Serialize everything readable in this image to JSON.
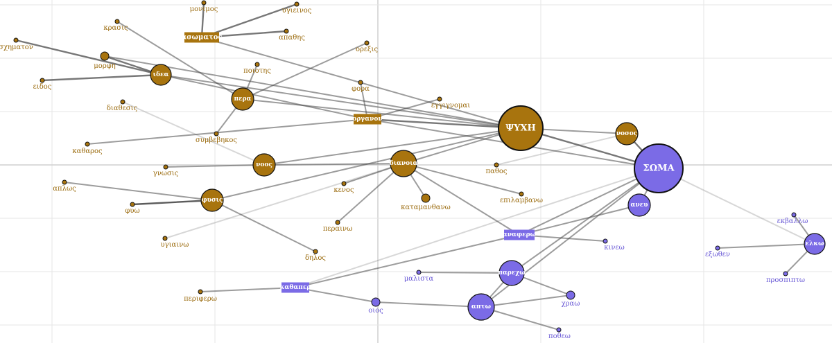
{
  "colors": {
    "body": "#a8740e",
    "soul": "#7b6be6",
    "body_text": "#9a6a0c",
    "soul_text": "#6a5ad6"
  },
  "nodes": [
    {
      "id": "psyche",
      "label": "ΨΥΧΗ",
      "group": "body",
      "kind": "hub"
    },
    {
      "id": "soma",
      "label": "ΣΩΜΑ",
      "group": "soul",
      "kind": "hub"
    },
    {
      "id": "asomatos",
      "label": "ασωματος",
      "group": "body",
      "kind": "rect"
    },
    {
      "id": "idea",
      "label": "ιδεα",
      "group": "body",
      "kind": "mid"
    },
    {
      "id": "pera",
      "label": "περα",
      "group": "body",
      "kind": "mid"
    },
    {
      "id": "organon",
      "label": "οργανον",
      "group": "body",
      "kind": "rect"
    },
    {
      "id": "nosos",
      "label": "νοσος",
      "group": "body",
      "kind": "mid"
    },
    {
      "id": "dianoia",
      "label": "διανοια",
      "group": "body",
      "kind": "mid"
    },
    {
      "id": "noos",
      "label": "νοος",
      "group": "body",
      "kind": "mid"
    },
    {
      "id": "phusis",
      "label": "φυσις",
      "group": "body",
      "kind": "mid"
    },
    {
      "id": "aneu",
      "label": "ανευ",
      "group": "soul",
      "kind": "mid"
    },
    {
      "id": "anapherw",
      "label": "αναφερω",
      "group": "soul",
      "kind": "rect"
    },
    {
      "id": "parexw",
      "label": "παρεχω",
      "group": "soul",
      "kind": "mid"
    },
    {
      "id": "apto",
      "label": "απτω",
      "group": "soul",
      "kind": "mid"
    },
    {
      "id": "kathaper",
      "label": "καθαπερ",
      "group": "soul",
      "kind": "rect"
    },
    {
      "id": "elkw",
      "label": "ελκω",
      "group": "soul",
      "kind": "mid"
    },
    {
      "id": "morphe",
      "label": "μορφη",
      "group": "body",
      "kind": "leaf-big"
    },
    {
      "id": "katamanthanw",
      "label": "καταμανθανω",
      "group": "body",
      "kind": "leaf-big"
    },
    {
      "id": "oios",
      "label": "οιος",
      "group": "soul",
      "kind": "leaf-big"
    },
    {
      "id": "xraw",
      "label": "χραω",
      "group": "soul",
      "kind": "leaf-big"
    },
    {
      "id": "mnemos",
      "label": "μονιμος",
      "group": "body",
      "kind": "leaf"
    },
    {
      "id": "ygieinos",
      "label": "υγιεινος",
      "group": "body",
      "kind": "leaf"
    },
    {
      "id": "apathes",
      "label": "απαθης",
      "group": "body",
      "kind": "leaf"
    },
    {
      "id": "krasis",
      "label": "κρασις",
      "group": "body",
      "kind": "leaf"
    },
    {
      "id": "sxhmaton",
      "label": "σχηματον",
      "group": "body",
      "kind": "leaf"
    },
    {
      "id": "eidos",
      "label": "ειδος",
      "group": "body",
      "kind": "leaf"
    },
    {
      "id": "poiotes",
      "label": "ποιοτης",
      "group": "body",
      "kind": "leaf"
    },
    {
      "id": "orexis",
      "label": "ορεξις",
      "group": "body",
      "kind": "leaf"
    },
    {
      "id": "phora",
      "label": "φορα",
      "group": "body",
      "kind": "leaf"
    },
    {
      "id": "eggignomai",
      "label": "εγγιγνομαι",
      "group": "body",
      "kind": "leaf"
    },
    {
      "id": "diathesis",
      "label": "διαθεσις",
      "group": "body",
      "kind": "leaf"
    },
    {
      "id": "kataros",
      "label": "καθαρος",
      "group": "body",
      "kind": "leaf"
    },
    {
      "id": "symbebekos",
      "label": "συμβεβηκος",
      "group": "body",
      "kind": "leaf"
    },
    {
      "id": "gnosis",
      "label": "γνωσις",
      "group": "body",
      "kind": "leaf"
    },
    {
      "id": "pathos",
      "label": "παθος",
      "group": "body",
      "kind": "leaf"
    },
    {
      "id": "kenos",
      "label": "κενος",
      "group": "body",
      "kind": "leaf"
    },
    {
      "id": "epilambanw",
      "label": "επιλαμβανω",
      "group": "body",
      "kind": "leaf"
    },
    {
      "id": "perainw",
      "label": "περαινω",
      "group": "body",
      "kind": "leaf"
    },
    {
      "id": "haplws",
      "label": "απλως",
      "group": "body",
      "kind": "leaf"
    },
    {
      "id": "phyw",
      "label": "φυω",
      "group": "body",
      "kind": "leaf"
    },
    {
      "id": "ygiainw",
      "label": "υγιαινω",
      "group": "body",
      "kind": "leaf"
    },
    {
      "id": "delos",
      "label": "δηλος",
      "group": "body",
      "kind": "leaf"
    },
    {
      "id": "peripherw",
      "label": "περιφερω",
      "group": "body",
      "kind": "leaf"
    },
    {
      "id": "kinew",
      "label": "κινεω",
      "group": "soul",
      "kind": "leaf"
    },
    {
      "id": "malista",
      "label": "μαλιστα",
      "group": "soul",
      "kind": "leaf"
    },
    {
      "id": "pothew",
      "label": "ποθεω",
      "group": "soul",
      "kind": "leaf"
    },
    {
      "id": "ekballw",
      "label": "εκβαλλω",
      "group": "soul",
      "kind": "leaf"
    },
    {
      "id": "exothen",
      "label": "εξωθεν",
      "group": "soul",
      "kind": "leaf"
    },
    {
      "id": "prospiptw",
      "label": "προσπιπτω",
      "group": "soul",
      "kind": "leaf"
    }
  ],
  "edges": [
    {
      "s": "asomatos",
      "t": "mnemos",
      "w": 3
    },
    {
      "s": "asomatos",
      "t": "ygieinos",
      "w": 3
    },
    {
      "s": "asomatos",
      "t": "apathes",
      "w": 3
    },
    {
      "s": "asomatos",
      "t": "psyche",
      "w": 2
    },
    {
      "s": "krasis",
      "t": "pera",
      "w": 2
    },
    {
      "s": "sxhmaton",
      "t": "idea",
      "w": 3
    },
    {
      "s": "morphe",
      "t": "idea",
      "w": 3
    },
    {
      "s": "eidos",
      "t": "idea",
      "w": 3
    },
    {
      "s": "morphe",
      "t": "psyche",
      "w": 2
    },
    {
      "s": "idea",
      "t": "psyche",
      "w": 2
    },
    {
      "s": "idea",
      "t": "organon",
      "w": 2
    },
    {
      "s": "pera",
      "t": "poiotes",
      "w": 2
    },
    {
      "s": "pera",
      "t": "orexis",
      "w": 2
    },
    {
      "s": "pera",
      "t": "symbebekos",
      "w": 2
    },
    {
      "s": "pera",
      "t": "psyche",
      "w": 2
    },
    {
      "s": "phora",
      "t": "organon",
      "w": 2
    },
    {
      "s": "organon",
      "t": "eggignomai",
      "w": 2
    },
    {
      "s": "organon",
      "t": "psyche",
      "w": 3
    },
    {
      "s": "organon",
      "t": "soma",
      "w": 2
    },
    {
      "s": "kataros",
      "t": "organon",
      "w": 2
    },
    {
      "s": "diathesis",
      "t": "noos",
      "w": 1
    },
    {
      "s": "gnosis",
      "t": "noos",
      "w": 2
    },
    {
      "s": "noos",
      "t": "psyche",
      "w": 2
    },
    {
      "s": "noos",
      "t": "dianoia",
      "w": 2
    },
    {
      "s": "psyche",
      "t": "nosos",
      "w": 2
    },
    {
      "s": "psyche",
      "t": "soma",
      "w": 3
    },
    {
      "s": "psyche",
      "t": "dianoia",
      "w": 2
    },
    {
      "s": "psyche",
      "t": "phusis",
      "w": 2
    },
    {
      "s": "pathos",
      "t": "nosos",
      "w": 1
    },
    {
      "s": "nosos",
      "t": "soma",
      "w": 3
    },
    {
      "s": "dianoia",
      "t": "kenos",
      "w": 2
    },
    {
      "s": "dianoia",
      "t": "katamanthanw",
      "w": 2
    },
    {
      "s": "dianoia",
      "t": "epilambanw",
      "w": 2
    },
    {
      "s": "dianoia",
      "t": "perainw",
      "w": 2
    },
    {
      "s": "dianoia",
      "t": "anapherw",
      "w": 2
    },
    {
      "s": "haplws",
      "t": "phusis",
      "w": 2
    },
    {
      "s": "phyw",
      "t": "phusis",
      "w": 4
    },
    {
      "s": "phusis",
      "t": "delos",
      "w": 2
    },
    {
      "s": "ygiainw",
      "t": "dianoia",
      "w": 1
    },
    {
      "s": "soma",
      "t": "aneu",
      "w": 2
    },
    {
      "s": "soma",
      "t": "anapherw",
      "w": 2
    },
    {
      "s": "soma",
      "t": "parexw",
      "w": 2
    },
    {
      "s": "soma",
      "t": "elkw",
      "w": 1
    },
    {
      "s": "soma",
      "t": "kathaper",
      "w": 1
    },
    {
      "s": "aneu",
      "t": "anapherw",
      "w": 2
    },
    {
      "s": "anapherw",
      "t": "kinew",
      "w": 2
    },
    {
      "s": "kathaper",
      "t": "anapherw",
      "w": 2
    },
    {
      "s": "kathaper",
      "t": "peripherw",
      "w": 2
    },
    {
      "s": "kathaper",
      "t": "oios",
      "w": 2
    },
    {
      "s": "oios",
      "t": "apto",
      "w": 2
    },
    {
      "s": "malista",
      "t": "parexw",
      "w": 2
    },
    {
      "s": "parexw",
      "t": "apto",
      "w": 2
    },
    {
      "s": "parexw",
      "t": "xraw",
      "w": 2
    },
    {
      "s": "apto",
      "t": "xraw",
      "w": 2
    },
    {
      "s": "apto",
      "t": "pothew",
      "w": 2
    },
    {
      "s": "apto",
      "t": "soma",
      "w": 2
    },
    {
      "s": "elkw",
      "t": "ekballw",
      "w": 2
    },
    {
      "s": "elkw",
      "t": "exothen",
      "w": 2
    },
    {
      "s": "elkw",
      "t": "prospiptw",
      "w": 2
    }
  ]
}
